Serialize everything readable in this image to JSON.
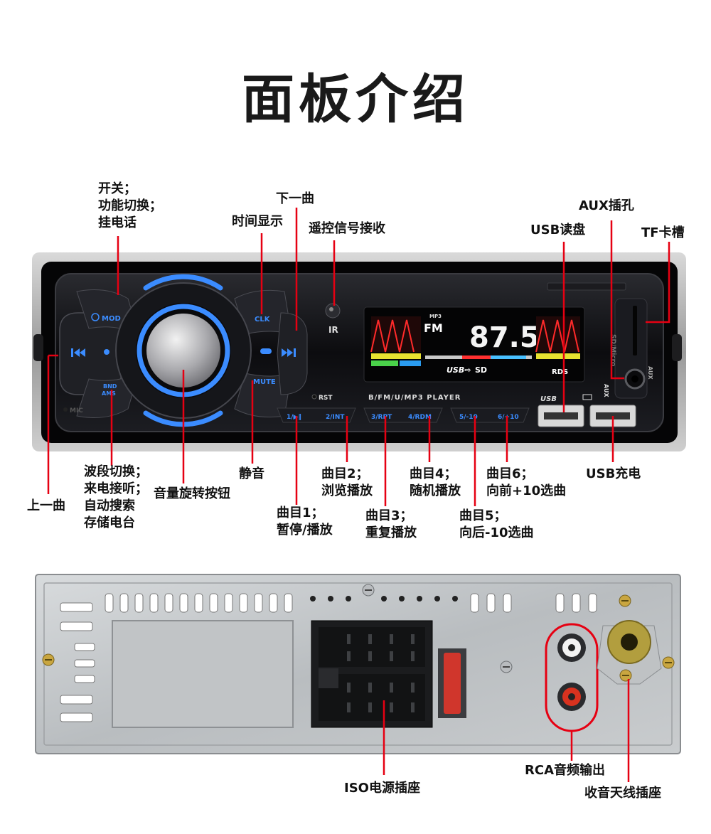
{
  "title": "面板介绍",
  "colors": {
    "accent_line": "#e60012",
    "button_blue": "#3b8cff",
    "panel_dark": "#0d0d0f"
  },
  "front_panel": {
    "mod_label": "MOD",
    "clk_label": "CLK",
    "mute_label": "MUTE",
    "bnd_label": "BND",
    "ams_label": "AMS",
    "player_label": "B/FM/U/MP3  PLAYER",
    "rst_label": "RST",
    "mic_label": "MIC",
    "usb_label": "USB",
    "aux_label": "AUX",
    "sd_label": "SD/Micro",
    "display_band": "FM",
    "display_mp3": "MP3",
    "display_rds": "RDS",
    "display_freq": "87.5",
    "buttons": [
      "1/▶‖",
      "2/INT",
      "3/RPT",
      "4/RDM",
      "5/-10",
      "6/+10"
    ]
  },
  "labels": {
    "power": [
      "开关；",
      "功能切换；",
      "挂电话"
    ],
    "next_track": "下一曲",
    "clock": "时间显示",
    "ir": "遥控信号接收",
    "usb_read": "USB读盘",
    "aux_jack": "AUX插孔",
    "tf_slot": "TF卡槽",
    "prev_track": "上一曲",
    "band": [
      "波段切换；",
      "来电接听；",
      "自动搜索",
      "存储电台"
    ],
    "volume": "音量旋转按钮",
    "mute": "静音",
    "track1": [
      "曲目1；",
      "暂停/播放"
    ],
    "track2": [
      "曲目2；",
      "浏览播放"
    ],
    "track3": [
      "曲目3；",
      "重复播放"
    ],
    "track4": [
      "曲目4；",
      "随机播放"
    ],
    "track5": [
      "曲目5；",
      "向后-10选曲"
    ],
    "track6": [
      "曲目6；",
      "向前+10选曲"
    ],
    "usb_charge": "USB充电",
    "iso": "ISO电源插座",
    "rca": "RCA音频输出",
    "antenna": "收音天线插座"
  }
}
